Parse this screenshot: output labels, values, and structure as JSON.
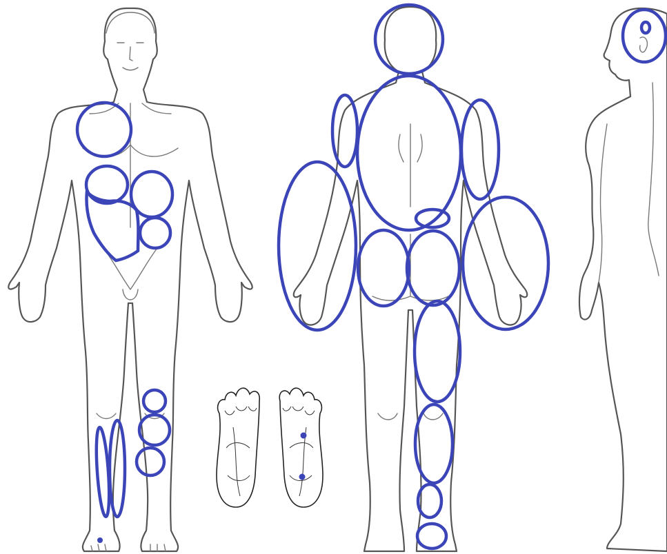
{
  "figures": {
    "front": {
      "name": "front-view"
    },
    "back": {
      "name": "back-view"
    },
    "side": {
      "name": "side-view"
    },
    "soles": {
      "name": "foot-soles"
    }
  },
  "markers": {
    "color": "#3b45b8",
    "front_view": {
      "regions": [
        "right-chest",
        "upper-right-abdomen",
        "upper-left-abdomen",
        "lower-abdomen",
        "left-lower-quadrant",
        "left-knee",
        "left-shin-upper",
        "left-shin-lower",
        "right-shin-front",
        "right-shin-back"
      ],
      "points": [
        "right-foot-top"
      ]
    },
    "back_view": {
      "regions": [
        "head-back",
        "torso-back",
        "right-upper-arm",
        "left-upper-arm",
        "right-forearm-hand",
        "left-forearm-hand",
        "lower-back",
        "right-buttock",
        "left-buttock",
        "left-thigh",
        "left-calf",
        "left-ankle",
        "left-heel"
      ]
    },
    "side_view": {
      "regions": [
        "ear-outer",
        "ear-inner"
      ]
    },
    "soles": {
      "points": [
        "left-sole-ball",
        "left-sole-heel"
      ]
    }
  }
}
